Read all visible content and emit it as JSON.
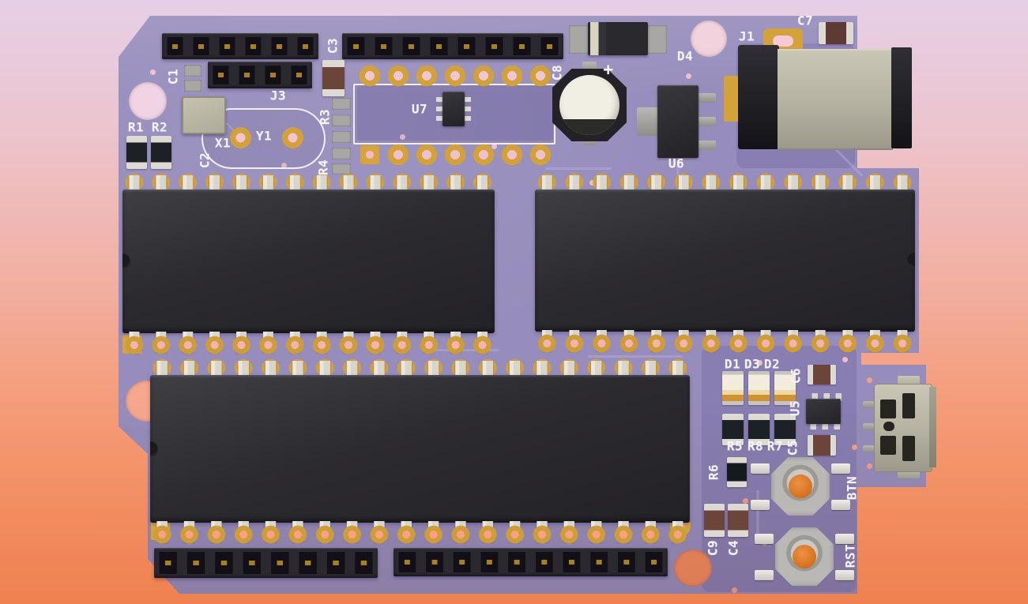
{
  "scene": {
    "description": "3D render of a purple printed circuit board (Arduino-style shield) viewed from above on a lavender-to-orange gradient background",
    "board_color": "#968dbc",
    "background_top": "#e6cfe6",
    "background_bottom": "#ee8150",
    "silkscreen_color": "#f5f3f7",
    "pad_gold": "#d2a138"
  },
  "silk": {
    "c1": "C1",
    "j3": "J3",
    "r1": "R1",
    "r2": "R2",
    "x1": "X1",
    "y1": "Y1",
    "c2": "C2",
    "r3": "R3",
    "r4": "R4",
    "c3": "C3",
    "u7": "U7",
    "c8": "C8",
    "c8_plus": "+",
    "d4": "D4",
    "u6": "U6",
    "j1": "J1",
    "c7": "C7",
    "d1": "D1",
    "d3": "D3",
    "d2": "D2",
    "c6": "C6",
    "u5": "U5",
    "r5": "R5",
    "r8": "R8",
    "r7": "R7",
    "c5": "C5",
    "r6": "R6",
    "btn": "BTN",
    "rst": "RST",
    "c9": "C9",
    "c4": "C4"
  }
}
